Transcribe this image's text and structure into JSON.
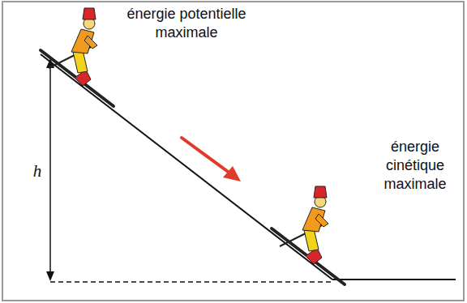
{
  "diagram": {
    "labels": [
      "énergie potentielle maximale",
      "h",
      "énergie cinétique maximale"
    ]
  }
}
